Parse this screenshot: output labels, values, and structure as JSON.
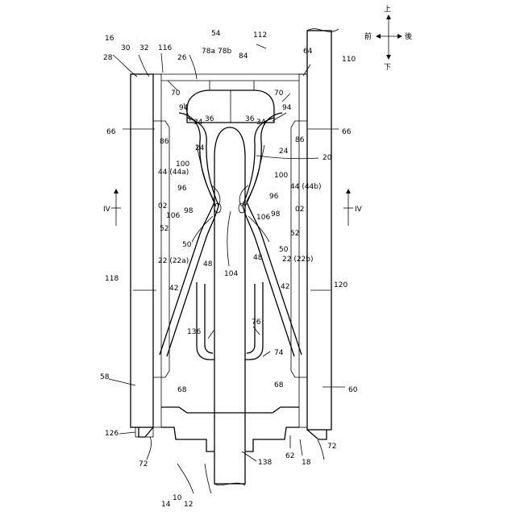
{
  "orientation": {
    "back": "後",
    "front": "前",
    "top": "上",
    "bottom": "下"
  },
  "section_marks": {
    "left": "IV",
    "right": "IV"
  },
  "labels": {
    "l16": "16",
    "l28": "28",
    "l30": "30",
    "l32": "32",
    "l116": "116",
    "l26": "26",
    "l54": "54",
    "l78a": "78a",
    "l78b": "78b",
    "l84": "84",
    "l112": "112",
    "l64": "64",
    "l110": "110",
    "l70a": "70",
    "l70b": "70",
    "l66a": "66",
    "l66b": "66",
    "l94a": "94",
    "l94b": "94",
    "l34a": "34",
    "l34b": "34",
    "l36a": "36",
    "l36b": "36",
    "l86a": "86",
    "l86b": "86",
    "l24a": "24",
    "l24b": "24",
    "l20": "20",
    "l44a": "44 (44a)",
    "l44b": "44 (44b)",
    "l100a": "100",
    "l100b": "100",
    "l96a": "96",
    "l96b": "96",
    "l02a": "02",
    "l02b": "02",
    "l98a": "98",
    "l98b": "98",
    "l106a": "106",
    "l106b": "106",
    "l52a": "52",
    "l52b": "52",
    "l50a": "50",
    "l50b": "50",
    "l48a": "48",
    "l48b": "48",
    "l104": "104",
    "l22a": "22 (22a)",
    "l22b": "22 (22b)",
    "l42a": "42",
    "l42b": "42",
    "l118": "118",
    "l120": "120",
    "l136": "136",
    "l76": "76",
    "l74": "74",
    "l58": "58",
    "l60": "60",
    "l68a": "68",
    "l68b": "68",
    "l126": "126",
    "l72a": "72",
    "l72b": "72",
    "l62": "62",
    "l18": "18",
    "l138": "138",
    "l14": "14",
    "l10": "10",
    "l12": "12"
  }
}
